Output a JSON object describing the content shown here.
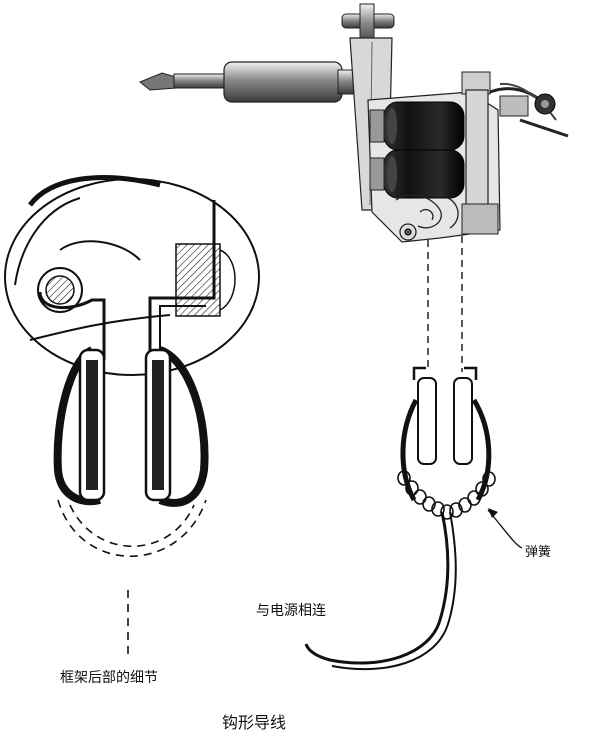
{
  "labels": {
    "spring": "弹簧",
    "power": "与电源相连",
    "frame_detail": "框架后部的细节",
    "caption": "钩形导线"
  },
  "colors": {
    "ink": "#111111",
    "chrome": "#a9a9a9",
    "coil": "#1a1a1a"
  }
}
